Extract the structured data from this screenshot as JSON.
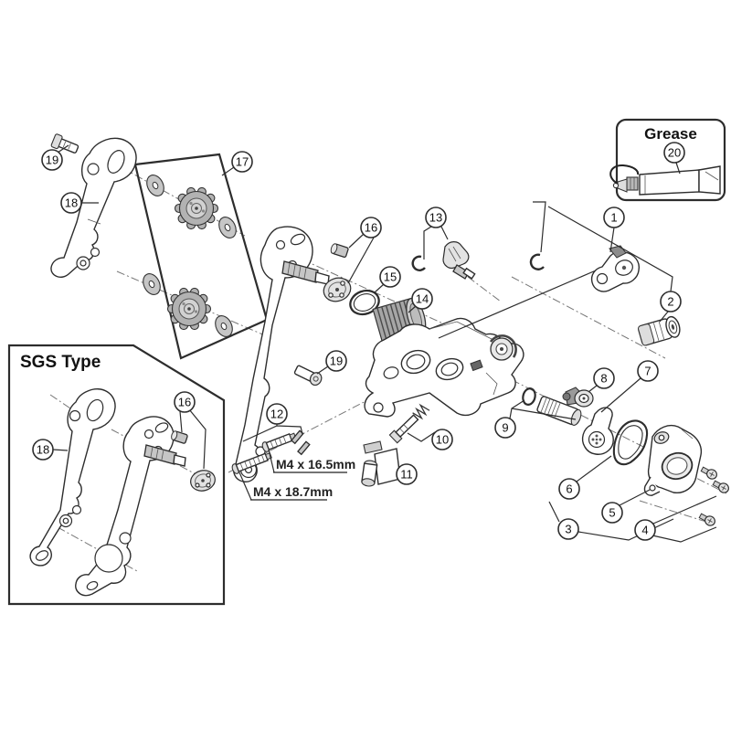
{
  "boxes": {
    "grease_label": "Grease",
    "sgs_label": "SGS Type"
  },
  "dimensions": {
    "bolt_upper": "M4 x 16.5mm",
    "bolt_lower": "M4 x 18.7mm"
  },
  "callouts": {
    "n1": "1",
    "n2": "2",
    "n3": "3",
    "n4": "4",
    "n5": "5",
    "n6": "6",
    "n7": "7",
    "n8": "8",
    "n9": "9",
    "n10": "10",
    "n11": "11",
    "n12": "12",
    "n13": "13",
    "n14": "14",
    "n15": "15",
    "n16": "16",
    "n16_sgs": "16",
    "n17": "17",
    "n18": "18",
    "n18_sgs": "18",
    "n19_top": "19",
    "n19_cage": "19",
    "n20": "20"
  },
  "colors": {
    "line": "#2d2d2d",
    "metal_gray": "#b5b5b5",
    "light_gray": "#d9d9d9"
  }
}
